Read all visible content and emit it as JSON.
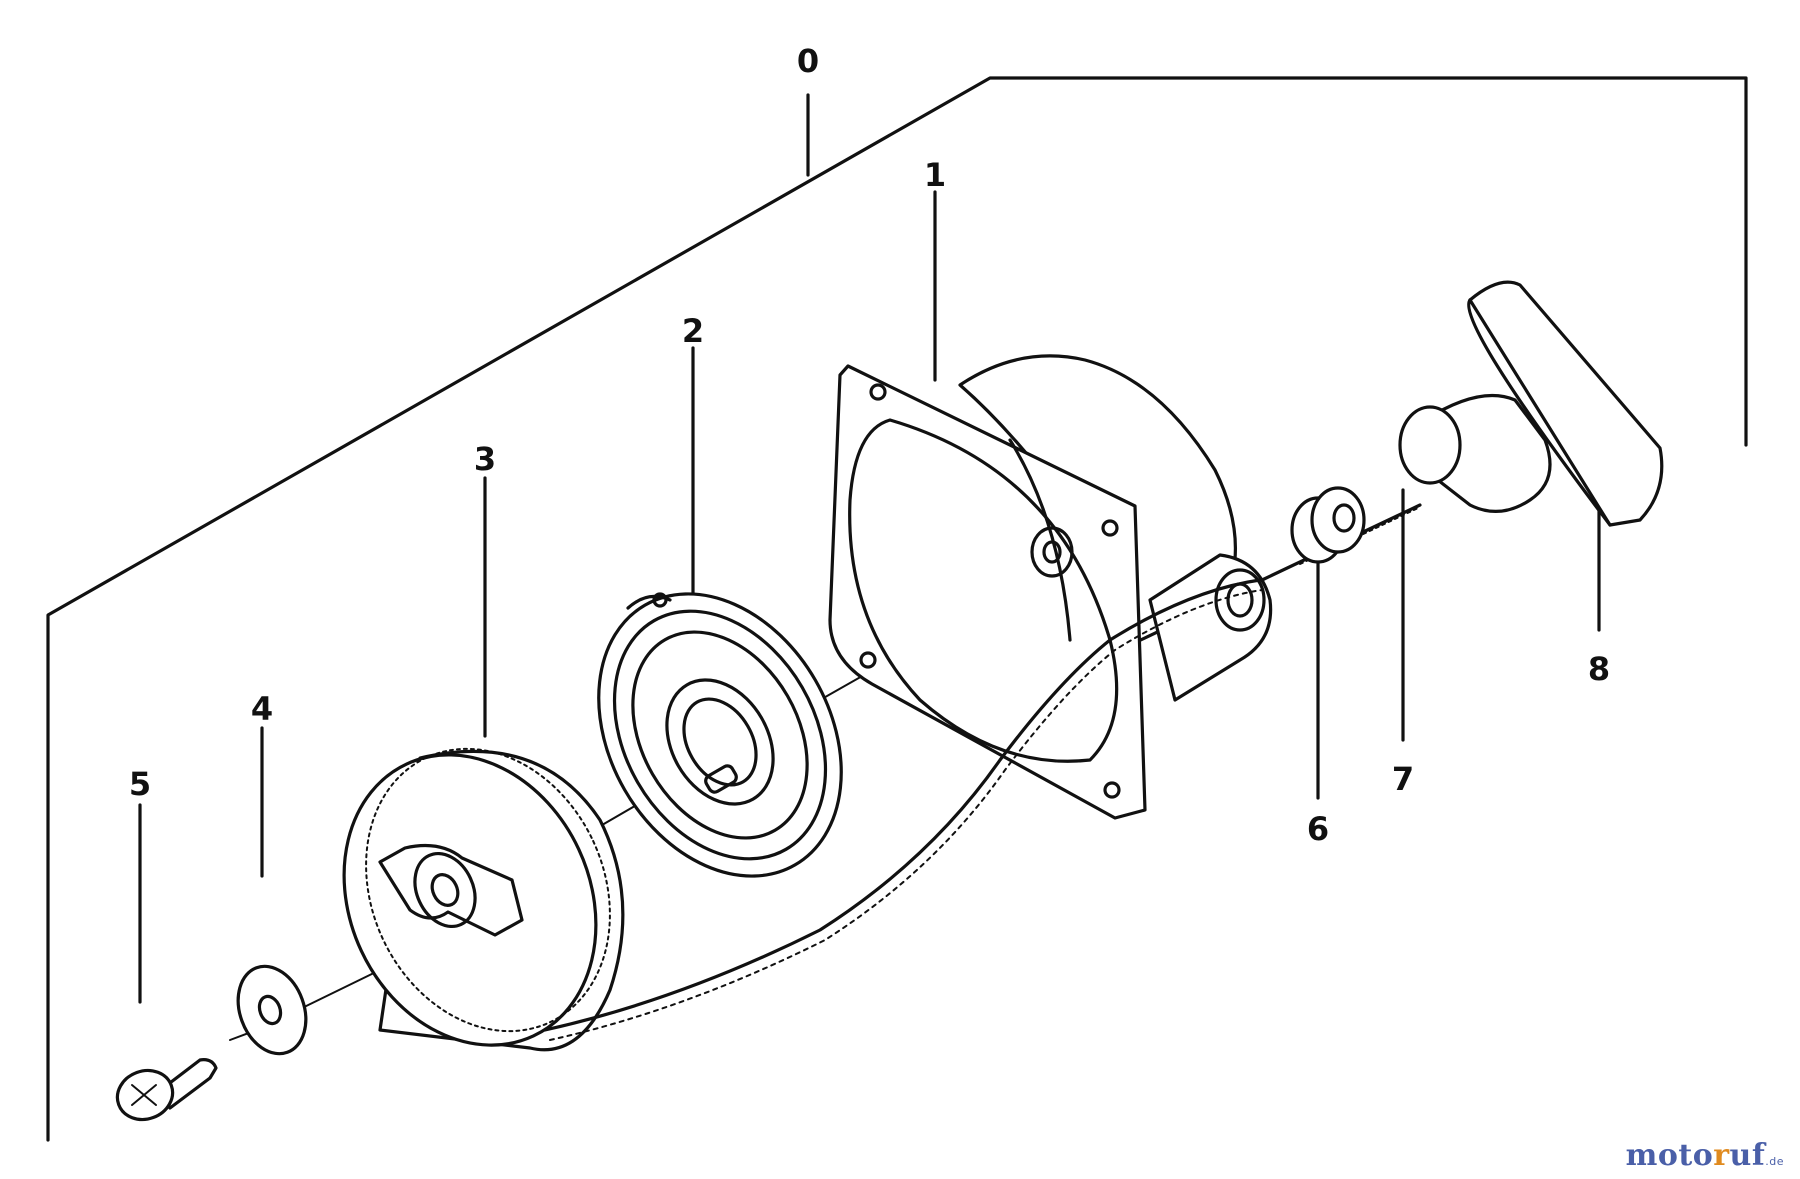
{
  "diagram": {
    "labels": {
      "l0": "0",
      "l1": "1",
      "l2": "2",
      "l3": "3",
      "l4": "4",
      "l5": "5",
      "l6": "6",
      "l7": "7",
      "l8": "8"
    },
    "colors": {
      "ink": "#111111",
      "background": "#ffffff"
    }
  },
  "watermark": {
    "part1": "moto",
    "part2": "r",
    "part3": "uf",
    "suffix": ".de",
    "colors": {
      "blue": "#4a5fa8",
      "orange": "#e08a1e"
    }
  }
}
